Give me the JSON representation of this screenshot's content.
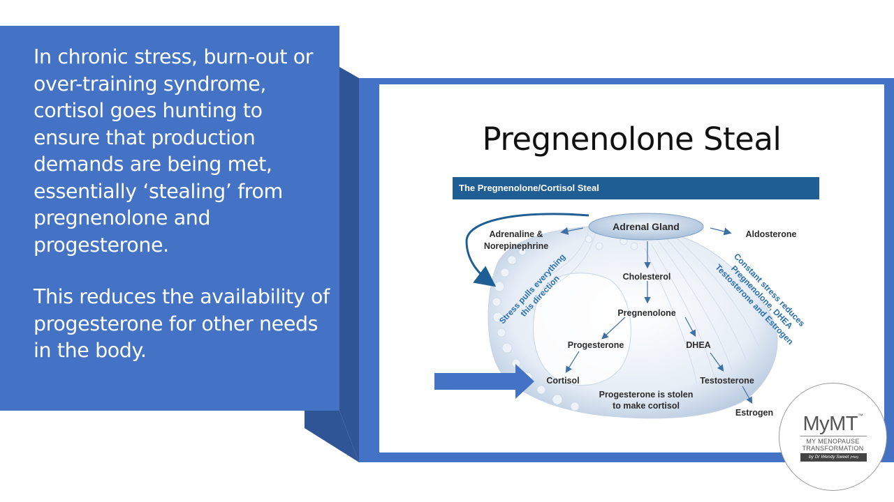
{
  "text_panel": {
    "paragraph1": "In chronic stress, burn-out or over-training syndrome, cortisol goes hunting to ensure that production demands are being met, essentially ‘stealing’ from pregnenolone and progesterone.",
    "paragraph2": "This reduces the availability of progesterone for other needs in the body."
  },
  "slide": {
    "title": "Pregnenolone Steal",
    "banner": "The Pregnenolone/Cortisol Steal"
  },
  "diagram": {
    "nodes": {
      "adrenal_gland": "Adrenal Gland",
      "adrenaline_line1": "Adrenaline &",
      "adrenaline_line2": "Norepinephrine",
      "aldosterone": "Aldosterone",
      "cholesterol": "Cholesterol",
      "pregnenolone": "Pregnenolone",
      "progesterone": "Progesterone",
      "dhea": "DHEA",
      "cortisol": "Cortisol",
      "testosterone": "Testosterone",
      "estrogen": "Estrogen"
    },
    "annotations": {
      "left_line1": "Stress pulls everything",
      "left_line2": "this direction",
      "right_line1": "Constant stress reduces",
      "right_line2": "Pregnenolone, DHEA",
      "right_line3": "Testosterone and Estrogen",
      "bottom_line1": "Progesterone is stolen",
      "bottom_line2": "to make cortisol"
    }
  },
  "logo": {
    "main": "MyMT",
    "tm": "™",
    "line1": "MY MENOPAUSE",
    "line2": "TRANSFORMATION",
    "byline": "by Dr Wendy Sweet",
    "byline_suffix": "(PhD)"
  },
  "colors": {
    "panel_blue": "#4472c4",
    "panel_shadow": "#2f5597",
    "banner_blue": "#1f5e95",
    "annotation_blue": "#2a6fb0"
  }
}
